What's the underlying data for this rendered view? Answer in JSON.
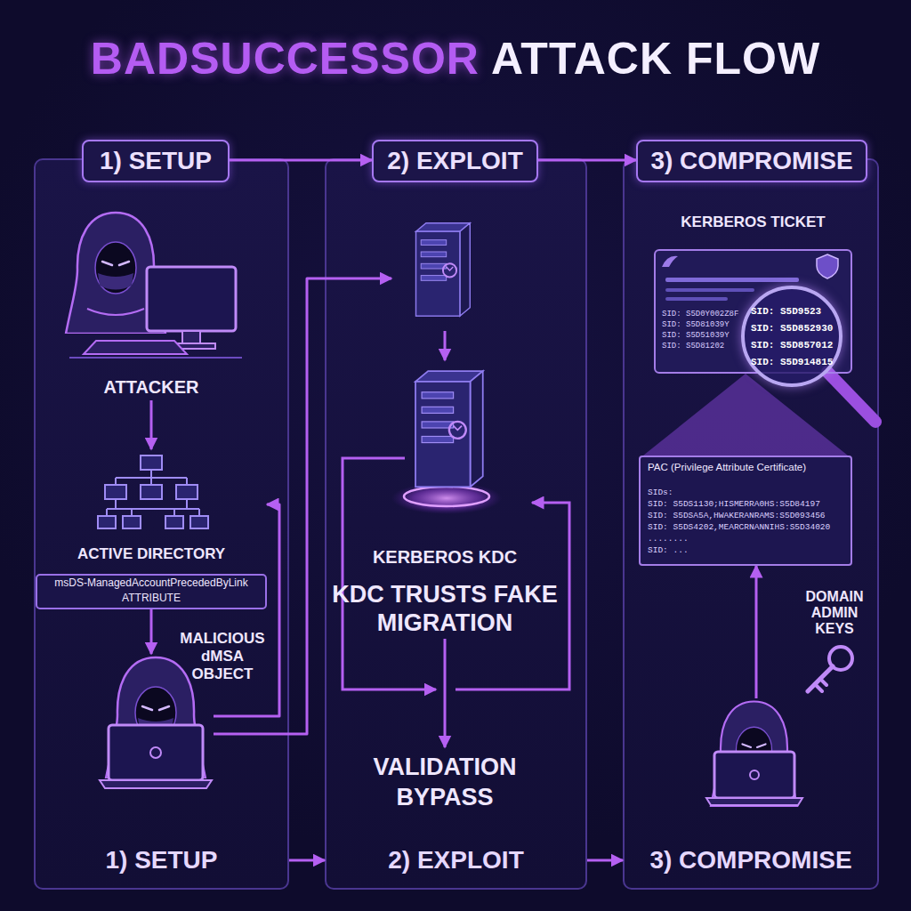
{
  "diagram": {
    "title": "BADSUCCESSOR ATTACK FLOW",
    "nodes": [
      {
        "text": [
          "1) SETUP"
        ]
      },
      {
        "text": [
          "1) SETUP"
        ],
        "in": 0
      },
      {
        "text": [
          "ATTACKER"
        ],
        "in": 0
      },
      {
        "text": [
          "ACTIVE DIRECTORY"
        ],
        "in": 0
      },
      {
        "text": [
          "msDS-ManagedAccountPrecededByLink ATTRIBUTE"
        ],
        "in": 3
      },
      {
        "text": [
          "MALICIOUS dMSA OBJECT"
        ],
        "in": 0
      },
      {
        "text": [
          "2) EXPLOIT"
        ]
      },
      {
        "text": [
          "2) EXPLOIT"
        ],
        "in": 6
      },
      {
        "text": [
          "KERBEROS KDC",
          "KDC TRUSTS FAKE MIGRATION"
        ],
        "in": 6
      },
      {
        "text": [
          "VALIDATION BYPASS"
        ],
        "in": 6
      },
      {
        "text": [
          "3) COMPROMISE"
        ]
      },
      {
        "text": [
          "3) COMPROMISE"
        ],
        "in": 10
      },
      {
        "text": [
          "KERBEROS TICKET",
          "SID: S5D0Y002Z8F",
          "SID: S5D81039Y",
          "SID: S5D51039Y",
          "SID: S5D81202"
        ],
        "in": 10
      },
      {
        "text": [
          "SID: S5D9523",
          "SID: S5D852930",
          "SID: S5D857012",
          "SID: S5D914815"
        ],
        "in": 10
      },
      {
        "text": [
          "PAC (Privilege Attribute Certificate)",
          "SIDs:",
          "SID: S5DS1130;HISMERRA0HS:S5D84197",
          "SID: S5DSA5A,HWAKERANRAMS:S5D093456",
          "SID: S5DS4202,MEARCRNANNIHS:S5D34020",
          "........",
          "SID: ..."
        ],
        "in": 10
      },
      {
        "text": [
          "DOMAIN ADMIN KEYS"
        ],
        "in": 10
      }
    ],
    "edges": [
      {
        "from": 1,
        "to": 7,
        "arrow": "to"
      },
      {
        "from": 7,
        "to": 11,
        "arrow": "to"
      },
      {
        "from": 0,
        "to": 6,
        "arrow": "to"
      },
      {
        "from": 6,
        "to": 10,
        "arrow": "to"
      },
      {
        "from": 2,
        "to": 3,
        "arrow": "to"
      },
      {
        "from": 4,
        "to": 5,
        "arrow": "to"
      },
      {
        "from": 5,
        "to": 3,
        "arrow": "to"
      },
      {
        "from": 5,
        "to": 8,
        "arrow": "to"
      },
      {
        "from": 8,
        "to": 9,
        "arrow": "to"
      },
      {
        "from": 15,
        "to": 14,
        "arrow": "to"
      }
    ]
  }
}
